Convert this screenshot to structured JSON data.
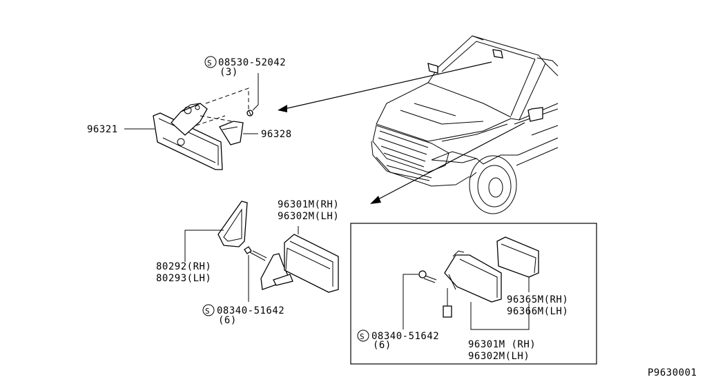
{
  "labels": {
    "screw_top": "08530-52042",
    "screw_top_qty": "(3)",
    "inner_mirror": "96321",
    "mirror_cover": "96328",
    "outer_mirror_rh": "96301M(RH)",
    "outer_mirror_lh": "96302M(LH)",
    "gasket_rh": "80292(RH)",
    "gasket_lh": "80293(LH)",
    "screw_bottom": "08340-51642",
    "screw_bottom_qty": "(6)",
    "box_glass_rh": "96365M(RH)",
    "box_glass_lh": "96366M(LH)",
    "box_screw": "08340-51642",
    "box_screw_qty": "(6)",
    "box_mirror_rh": "96301M (RH)",
    "box_mirror_lh": "96302M(LH)",
    "figure_code": "P9630001"
  },
  "symbols": {
    "s": "S"
  }
}
